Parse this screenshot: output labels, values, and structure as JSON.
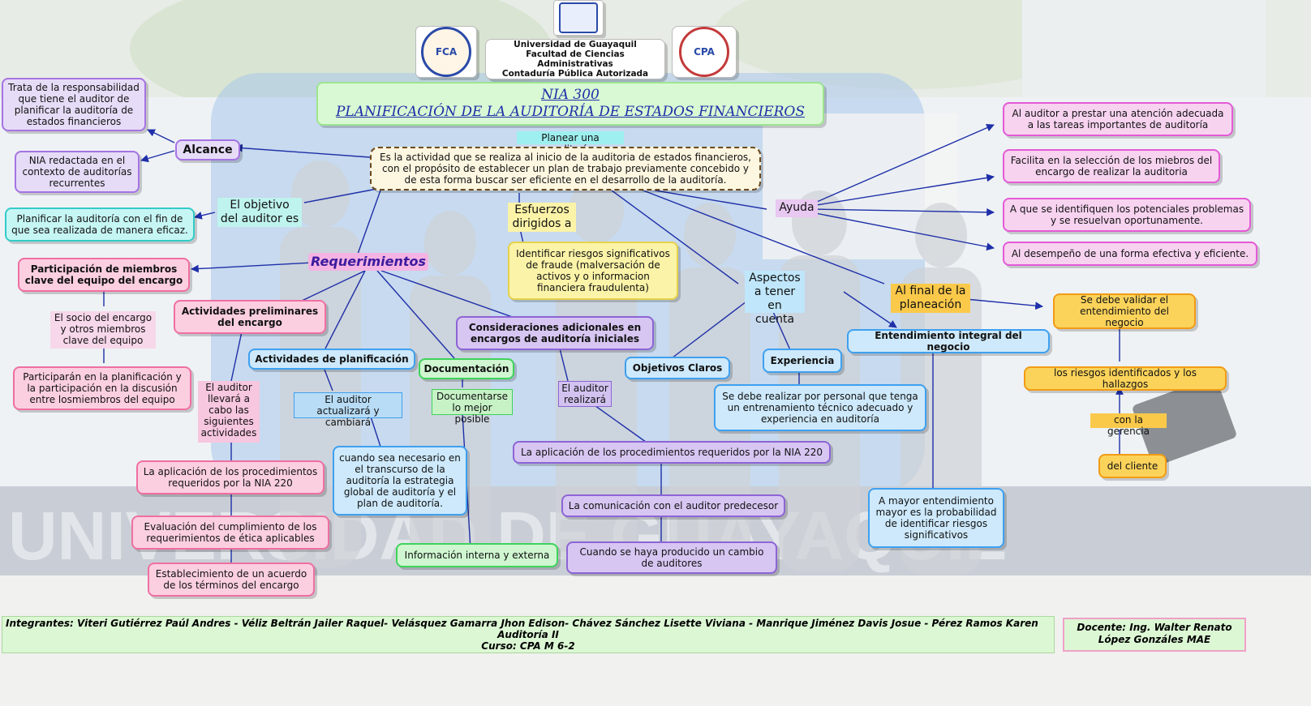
{
  "header": {
    "university": "Universidad de Guayaquil",
    "faculty": "Facultad de Ciencias Administrativas",
    "career": "Contaduría Pública Autorizada",
    "logo_left_text": "FCA",
    "logo_right_text": "CPA"
  },
  "title": {
    "line1": "NIA 300",
    "line2": "PLANIFICACIÓN DE LA AUDITORÍA DE ESTADOS FINANCIEROS"
  },
  "central": {
    "tag": "Planear una auditoría",
    "definition": "Es la actividad que se realiza al inicio de la auditoria de estados financieros, con el propósito de establecer un plan de trabajo previamente concebido y de esta forma buscar ser eficiente en el desarrollo de la auditoría."
  },
  "alcance": {
    "label": "Alcance",
    "items": [
      "Trata de la responsabilidad que tiene el auditor de planificar la auditoría de estados financieros",
      "NIA redactada en el contexto de auditorías recurrentes"
    ]
  },
  "objetivo": {
    "label": "El objetivo del auditor es",
    "text": "Planificar la auditoría con el fin de que sea realizada de manera eficaz."
  },
  "esfuerzos": {
    "label": "Esfuerzos dirigidos a",
    "text": "Identificar riesgos significativos de fraude (malversación de activos y o informacion financiera fraudulenta)"
  },
  "requerimientos": {
    "label": "Requerimientos",
    "participacion": "Participación de miembros clave del equipo del encargo",
    "socio": "El socio del encargo y otros miembros clave del equipo",
    "participaran": "Participarán en la planificación y la participación en la discusión entre losmiembros del equipo",
    "actividades_prelim": "Actividades preliminares del encargo",
    "auditor_llevara": "El auditor llevará a cabo las siguientes actividades",
    "prelim_items": [
      "La aplicación de los procedimientos requeridos por la NIA 220",
      "Evaluación del cumplimiento de los requerimientos de ética aplicables",
      "Establecimiento de un acuerdo de los términos del encargo"
    ],
    "actividades_planif": "Actividades de planificación",
    "auditor_actualizara": "El auditor actualizará y cambiará",
    "cuando_necesario": "cuando sea necesario en el transcurso de la auditoría la estrategia global de auditoría y el plan de auditoría.",
    "documentacion": "Documentación",
    "documentarse": "Documentarse lo mejor posible",
    "informacion": "Información interna y externa",
    "consideraciones": "Consideraciones adicionales en encargos de auditoría iniciales",
    "auditor_realizara": "El auditor realizará",
    "consid_items": [
      "La aplicación de los procedimientos requeridos por la NIA 220",
      "La comunicación con el auditor predecesor",
      "Cuando se haya producido un cambio de auditores"
    ]
  },
  "aspectos": {
    "label": "Aspectos a tener en cuenta",
    "objetivos": "Objetivos Claros",
    "experiencia": "Experiencia",
    "experiencia_text": "Se debe realizar por personal que tenga un entrenamiento técnico adecuado y experiencia en auditoría"
  },
  "ayuda": {
    "label": "Ayuda",
    "items": [
      "Al auditor a prestar una atención adecuada a las tareas importantes de auditoría",
      "Facilita en la selección de los miebros del encargo de realizar la auditoria",
      "A que se identifiquen los potenciales problemas y se resuelvan oportunamente.",
      "Al desempeño de una forma efectiva y eficiente."
    ]
  },
  "final": {
    "label": "Al final de la planeación",
    "validar": "Se debe validar el entendimiento del negocio",
    "riesgos": "los riesgos identificados y los hallazgos",
    "gerencia": "con la gerencia",
    "cliente": "del cliente",
    "entendimiento": "Entendimiento integral del negocio",
    "mayor": "A mayor entendimiento mayor es la probabilidad de identificar riesgos significativos"
  },
  "background": {
    "sign_text": "UNIVERSIDAD DE GUAYAQUIL"
  },
  "footer": {
    "integrantes": "Integrantes: Viteri Gutiérrez Paúl Andres - Véliz Beltrán Jailer Raquel- Velásquez Gamarra Jhon Edison- Chávez Sánchez Lisette Viviana - Manrique Jiménez Davis Josue - Pérez Ramos Karen",
    "materia": "Auditoría II",
    "curso": "Curso: CPA M 6-2",
    "docente": "Docente: Ing. Walter Renato López Gonzáles MAE"
  },
  "colors": {
    "arrow": "#1e2fa8",
    "title": "#1e2fa8",
    "requerimientos": "#3b1b9e"
  }
}
